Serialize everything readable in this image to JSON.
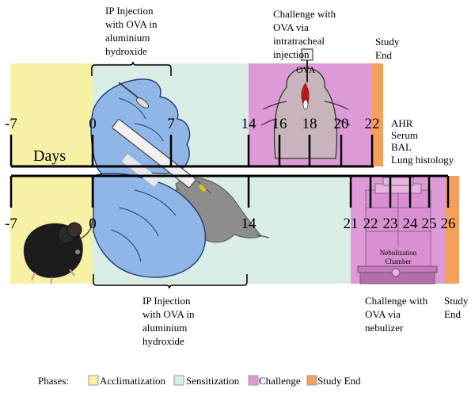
{
  "colors": {
    "acclimatization": "#f7f1a6",
    "sensitization": "#d9ece6",
    "challenge": "#de9ad6",
    "study_end": "#f5a05a",
    "glove": "#8fb6e6",
    "mouse_grey": "#8d8d8d"
  },
  "top_timeline": {
    "days_label": "Days",
    "ticks": [
      "-7",
      "0",
      "7",
      "14",
      "16",
      "18",
      "20",
      "22"
    ],
    "ip_injection": [
      "IP Injection",
      "with OVA in",
      "aluminium",
      "hydroxide"
    ],
    "challenge": [
      "Challenge with",
      "OVA via",
      "intratracheal",
      "injection"
    ],
    "ova_label": "OVA",
    "study_end": [
      "Study",
      "End"
    ],
    "outcomes": [
      "AHR",
      "Serum",
      "BAL",
      "Lung histology"
    ]
  },
  "bottom_timeline": {
    "ticks": [
      "-7",
      "0",
      "14",
      "21",
      "22",
      "23",
      "24",
      "25",
      "26"
    ],
    "ip_injection": [
      "IP Injection",
      "with OVA in",
      "aluminium",
      "hydroxide"
    ],
    "challenge": [
      "Challenge with",
      "OVA via",
      "nebulizer"
    ],
    "chamber_label": [
      "Nebulization",
      "Chamber"
    ],
    "study_end": [
      "Study",
      "End"
    ]
  },
  "legend": {
    "title": "Phases:",
    "items": [
      "Acclimatization",
      "Sensitization",
      "Challenge",
      "Study End"
    ]
  },
  "icons": [
    "syringe-icon",
    "gloved-hand-icon",
    "grey-mouse-icon",
    "black-mouse-icon",
    "nebulization-chamber-icon"
  ]
}
